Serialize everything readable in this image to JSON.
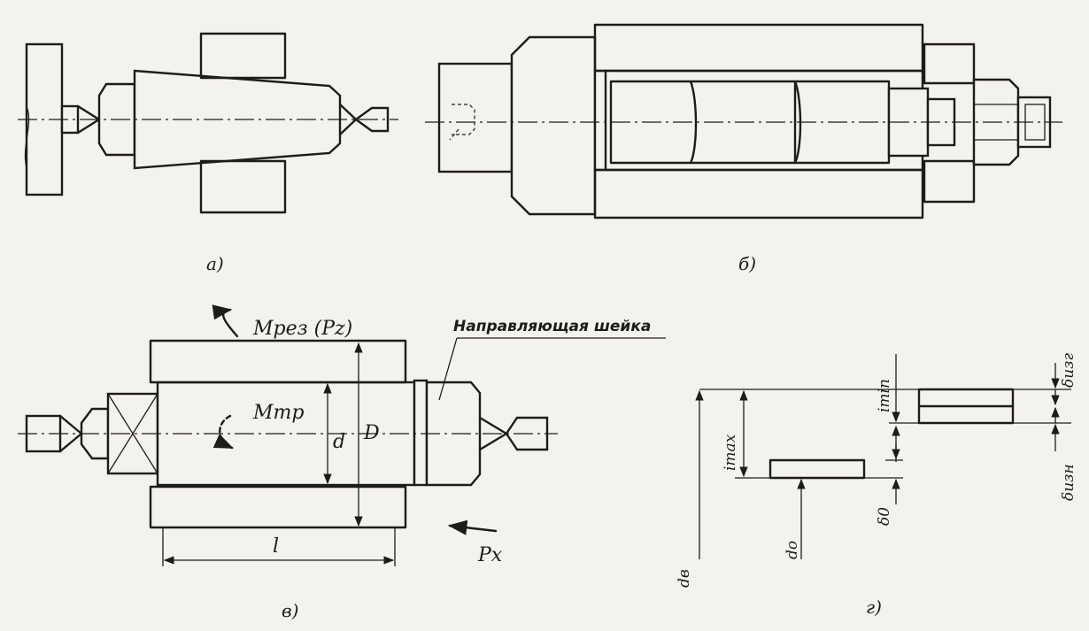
{
  "captions": {
    "a": "а)",
    "b": "б)",
    "v": "в)",
    "g": "г)"
  },
  "labels": {
    "m_rez": "Mрез (Pz)",
    "m_tr": "Mтр",
    "d": "d",
    "D": "D",
    "l": "l",
    "p_x": "Px",
    "guide_neck": "Направляющая шейка",
    "i_min": "imin",
    "i_max": "imax",
    "delta_izg": "δизг",
    "delta_izn": "δизн",
    "delta_0": "δ0",
    "d_v": "dв",
    "d_o": "dо"
  }
}
